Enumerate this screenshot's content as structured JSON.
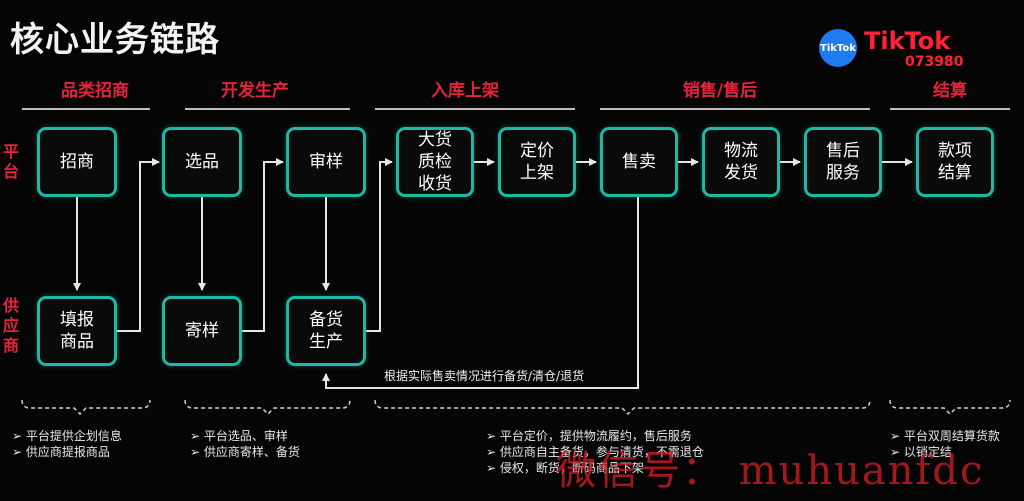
{
  "title": "核心业务链路",
  "phases": [
    "品类招商",
    "开发生产",
    "入库上架",
    "销售/售后",
    "结算"
  ],
  "roles": {
    "platform": "平\n台",
    "supplier": "供\n应\n商"
  },
  "nodes": {
    "zhaoshang": "招商",
    "xuanpin": "选品",
    "shenyang": "审样",
    "dahuo": "大货\n质检\n收货",
    "dingjia": "定价\n上架",
    "shoumai": "售卖",
    "wuliu": "物流\n发货",
    "shouhou": "售后\n服务",
    "kuanxiang": "款项\n结算",
    "tianbao": "填报\n商品",
    "jiyang": "寄样",
    "beihuo": "备货\n生产"
  },
  "feedback_label": "根据实际售卖情况进行备货/清仓/退货",
  "notes": {
    "recruit": [
      "平台提供企划信息",
      "供应商提报商品"
    ],
    "develop": [
      "平台选品、审样",
      "供应商寄样、备货"
    ],
    "sales": [
      "平台定价，提供物流履约，售后服务",
      "供应商自主备货，参与清货，不需退仓",
      "侵权，断货，断码商品下架"
    ],
    "settle": [
      "平台双周结算货款",
      "以销定结"
    ]
  },
  "brand": {
    "logo_text": "TikTok",
    "name": "TikTok",
    "number": "073980"
  },
  "watermark": "微信号： muhuanfdc",
  "colors": {
    "accent_red": "#e5243b",
    "node_border": "#1fb8a5",
    "background": "#050505",
    "brand_blue": "#1e7bf2"
  }
}
